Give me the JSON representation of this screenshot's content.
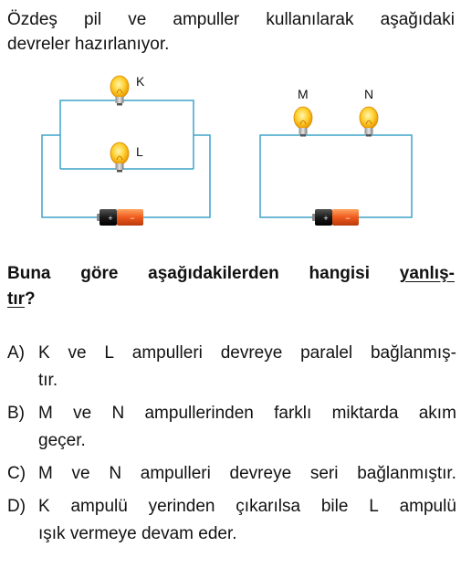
{
  "intro": {
    "line1_words": [
      "Özdeş",
      "pil",
      "ve",
      "ampuller",
      "kullanılarak",
      "aşağıdaki"
    ],
    "line2": "devreler hazırlanıyor."
  },
  "figure": {
    "wire_color": "#3fa3c8",
    "labels": {
      "K": "K",
      "L": "L",
      "M": "M",
      "N": "N"
    },
    "bulb_color": "#f6b400",
    "battery_colors": [
      "#1a1a1a",
      "#e8551c"
    ],
    "battery_signs": {
      "positive": "+",
      "negative": "−"
    }
  },
  "question": {
    "line1_words": [
      "Buna",
      "göre",
      "aşağıdakilerden",
      "hangisi"
    ],
    "line1_underlined": "yanlış-",
    "line2_underlined": "tır",
    "line2_tail": "?"
  },
  "options": [
    {
      "letter": "A)",
      "line1_words": [
        "K",
        "ve",
        "L",
        "ampulleri",
        "devreye",
        "paralel",
        "bağlanmış-"
      ],
      "line2": "tır."
    },
    {
      "letter": "B)",
      "line1_words": [
        "M",
        "ve",
        "N",
        "ampullerinden",
        "farklı",
        "miktarda",
        "akım"
      ],
      "line2": "geçer."
    },
    {
      "letter": "C)",
      "line1_words": [
        "M",
        "ve",
        "N",
        "ampulleri",
        "devreye",
        "seri",
        "bağlanmıştır."
      ],
      "line2": ""
    },
    {
      "letter": "D)",
      "line1_words": [
        "K",
        "ampulü",
        "yerinden",
        "çıkarılsa",
        "bile",
        "L",
        "ampulü"
      ],
      "line2": "ışık vermeye devam eder."
    }
  ]
}
